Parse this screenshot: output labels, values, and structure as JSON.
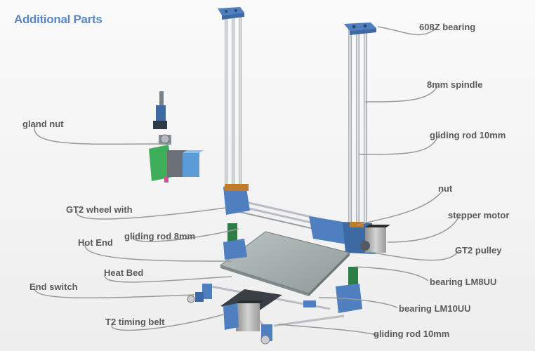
{
  "title": "Additional Parts",
  "labels": {
    "bearing_608z": "608Z bearing",
    "spindle_8mm": "8mm spindle",
    "gliding_rod_10mm_top": "gliding rod 10mm",
    "gland_nut": "gland nut",
    "nut": "nut",
    "stepper_motor": "stepper motor",
    "gt2_wheel": "GT2 wheel with",
    "gliding_rod_8mm": "gliding rod 8mm",
    "hot_end": "Hot End",
    "gt2_pulley": "GT2 pulley",
    "heat_bed": "Heat Bed",
    "bearing_lm8uu": "bearing LM8UU",
    "end_switch": "End switch",
    "bearing_lm10uu": "bearing LM10UU",
    "t2_timing_belt": "T2 timing belt",
    "gliding_rod_10mm_bottom": "gliding rod 10mm"
  },
  "colors": {
    "title": "#5b86c2",
    "label": "#5a5a5a",
    "leader": "#9a9a9a",
    "part_blue": "#4f7fbf",
    "motor_blue": "#5a9bd8",
    "motor_body": "#b8b8b8",
    "board_green": "#3fae5a",
    "bed": "#a9b3b3",
    "rod": "#d0d4d8"
  }
}
